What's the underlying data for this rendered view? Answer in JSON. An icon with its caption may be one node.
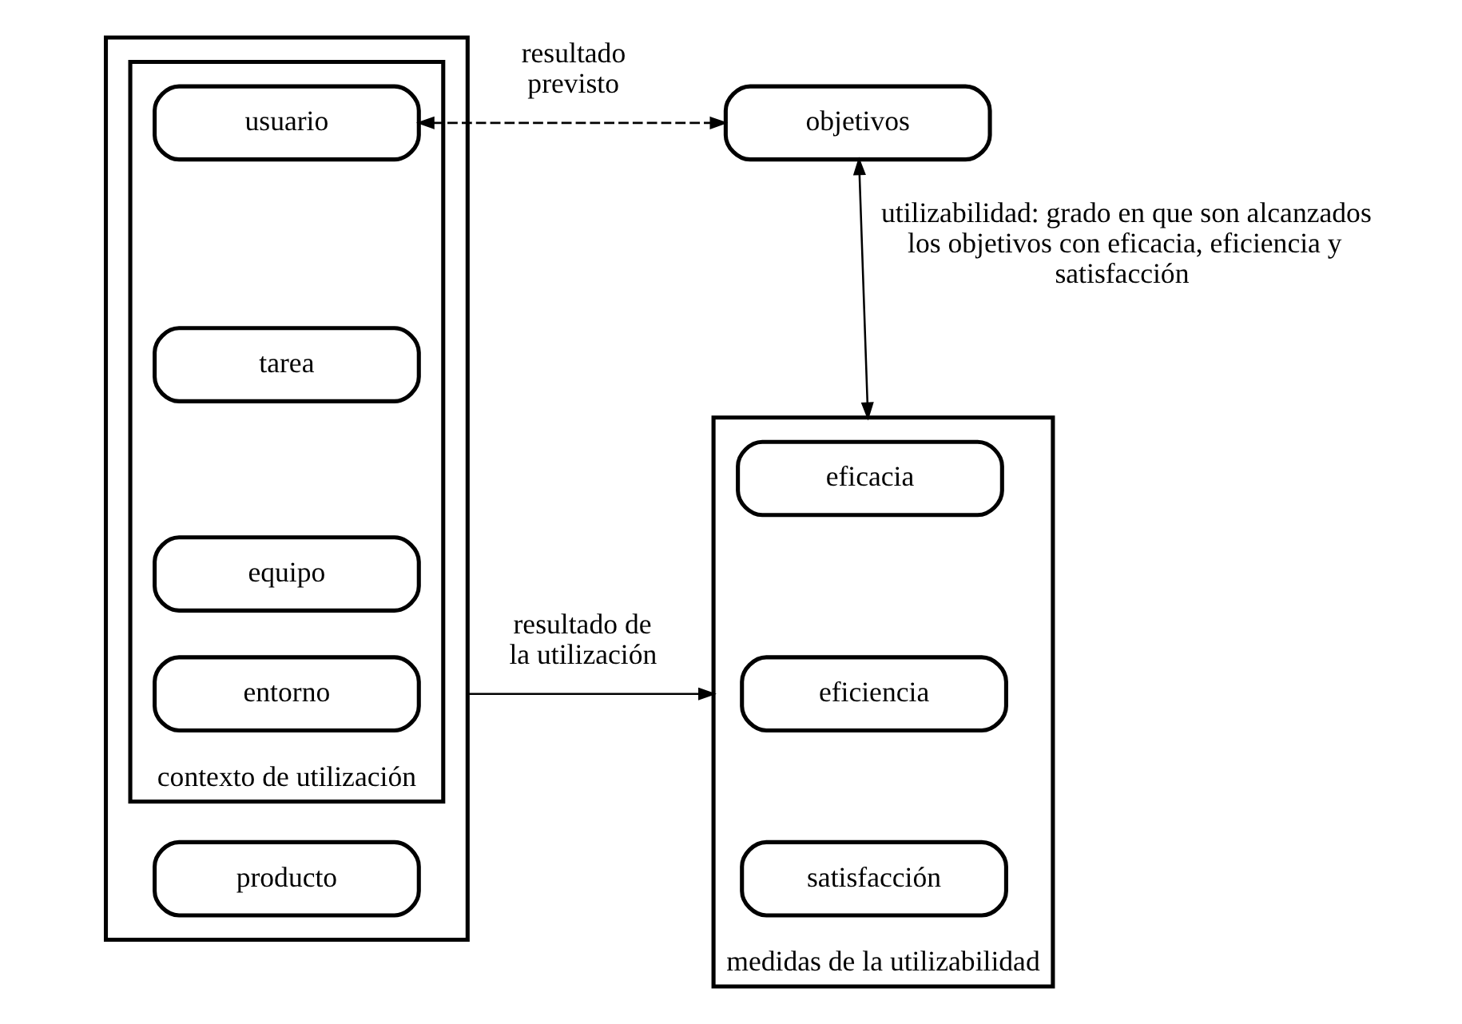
{
  "diagram": {
    "nodes": [
      {
        "text": [],
        "shape": "box"
      },
      {
        "text": [
          "contexto de utilización"
        ],
        "in": 0
      },
      {
        "text": [
          "usuario"
        ],
        "in": 1
      },
      {
        "text": [
          "tarea"
        ],
        "in": 1
      },
      {
        "text": [
          "equipo"
        ],
        "in": 1
      },
      {
        "text": [
          "entorno"
        ],
        "in": 1
      },
      {
        "text": [
          "producto"
        ],
        "in": 0
      },
      {
        "text": [
          "objetivos"
        ]
      },
      {
        "text": [
          "medidas de la utilizabilidad"
        ]
      },
      {
        "text": [
          "eficacia"
        ],
        "in": 8
      },
      {
        "text": [
          "eficiencia"
        ],
        "in": 8
      },
      {
        "text": [
          "satisfacción"
        ],
        "in": 8
      }
    ],
    "edges": [
      {
        "from": 2,
        "to": 7,
        "arrow": "both",
        "style": "dashed",
        "label": "resultado previsto"
      },
      {
        "from": 7,
        "to": 8,
        "arrow": "both",
        "label": "utilizabilidad: grado en que son alcanzados los objetivos con eficacia, eficiencia y satisfacción"
      },
      {
        "from": 0,
        "to": 8,
        "arrow": "to",
        "label": "resultado de la utilización"
      }
    ]
  }
}
